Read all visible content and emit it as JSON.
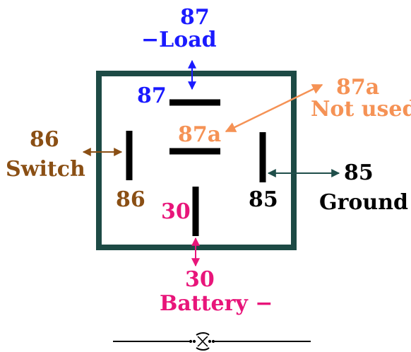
{
  "colors": {
    "box": "#1d4a45",
    "pin": "#000000",
    "blue": "#1a1aff",
    "orange": "#f59255",
    "brown": "#8a4f14",
    "pink": "#e8157a",
    "black": "#000000",
    "teal_arrow": "#1f4e4a"
  },
  "terminals": {
    "t87": {
      "number": "87",
      "pin_label": "87",
      "description": "−Load"
    },
    "t87a": {
      "number": "87a",
      "pin_label": "87a",
      "description": "Not used"
    },
    "t86": {
      "number": "86",
      "pin_label": "86",
      "description": "Switch"
    },
    "t85": {
      "number": "85",
      "pin_label": "85",
      "description": "Ground"
    },
    "t30": {
      "number": "30",
      "pin_label": "30",
      "description": "Battery −"
    }
  },
  "footer": {
    "ornament": "flourish-divider"
  }
}
